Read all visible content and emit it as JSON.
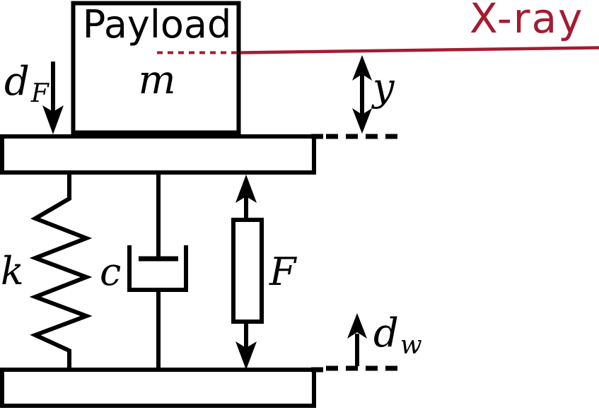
{
  "diagram": {
    "title": "X-ray",
    "labels": {
      "payload": "Payload",
      "mass": "m",
      "input_force_base": "d",
      "input_force_sub": "F",
      "beam_offset": "y",
      "spring": "k",
      "damper": "c",
      "actuator_force": "F",
      "ground_motion_base": "d",
      "ground_motion_sub": "w"
    },
    "colors": {
      "xray": "#a31c32",
      "payload_fill": "#e6f2da",
      "platform_fill": "#c9c9c9",
      "actuator_fill": "#ffffff",
      "ink": "#000000"
    }
  }
}
